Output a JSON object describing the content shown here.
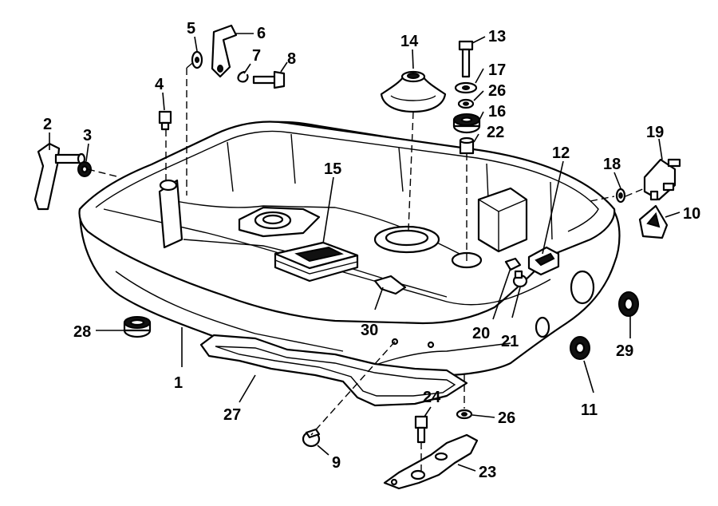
{
  "callouts": [
    {
      "id": "1",
      "text": "1"
    },
    {
      "id": "2",
      "text": "2"
    },
    {
      "id": "3",
      "text": "3"
    },
    {
      "id": "4",
      "text": "4"
    },
    {
      "id": "5",
      "text": "5"
    },
    {
      "id": "6",
      "text": "6"
    },
    {
      "id": "7",
      "text": "7"
    },
    {
      "id": "8",
      "text": "8"
    },
    {
      "id": "9",
      "text": "9"
    },
    {
      "id": "10",
      "text": "10"
    },
    {
      "id": "11",
      "text": "11"
    },
    {
      "id": "12",
      "text": "12"
    },
    {
      "id": "13",
      "text": "13"
    },
    {
      "id": "14",
      "text": "14"
    },
    {
      "id": "15",
      "text": "15"
    },
    {
      "id": "16",
      "text": "16"
    },
    {
      "id": "17",
      "text": "17"
    },
    {
      "id": "18",
      "text": "18"
    },
    {
      "id": "19",
      "text": "19"
    },
    {
      "id": "20",
      "text": "20"
    },
    {
      "id": "21",
      "text": "21"
    },
    {
      "id": "22",
      "text": "22"
    },
    {
      "id": "23",
      "text": "23"
    },
    {
      "id": "24",
      "text": "24"
    },
    {
      "id": "26a",
      "text": "26"
    },
    {
      "id": "26b",
      "text": "26"
    },
    {
      "id": "27",
      "text": "27"
    },
    {
      "id": "28",
      "text": "28"
    },
    {
      "id": "29",
      "text": "29"
    },
    {
      "id": "30",
      "text": "30"
    }
  ]
}
